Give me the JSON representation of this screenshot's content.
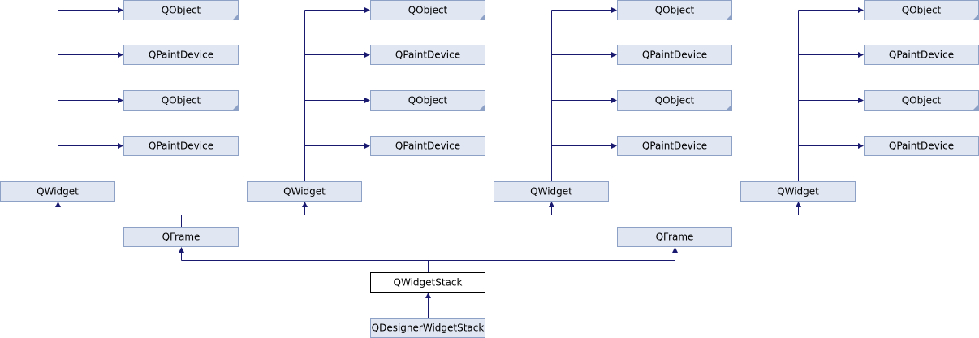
{
  "colors": {
    "edge": "#191970",
    "node_fill": "#e0e6f2",
    "node_border": "#8da0c6",
    "current_fill": "#ffffff",
    "current_border": "#000000"
  },
  "labels": {
    "qobject": "QObject",
    "qpaintdevice": "QPaintDevice",
    "qwidget": "QWidget",
    "qframe": "QFrame",
    "qwidgetstack": "QWidgetStack",
    "qdesignerwidgetstack": "QDesignerWidgetStack"
  }
}
